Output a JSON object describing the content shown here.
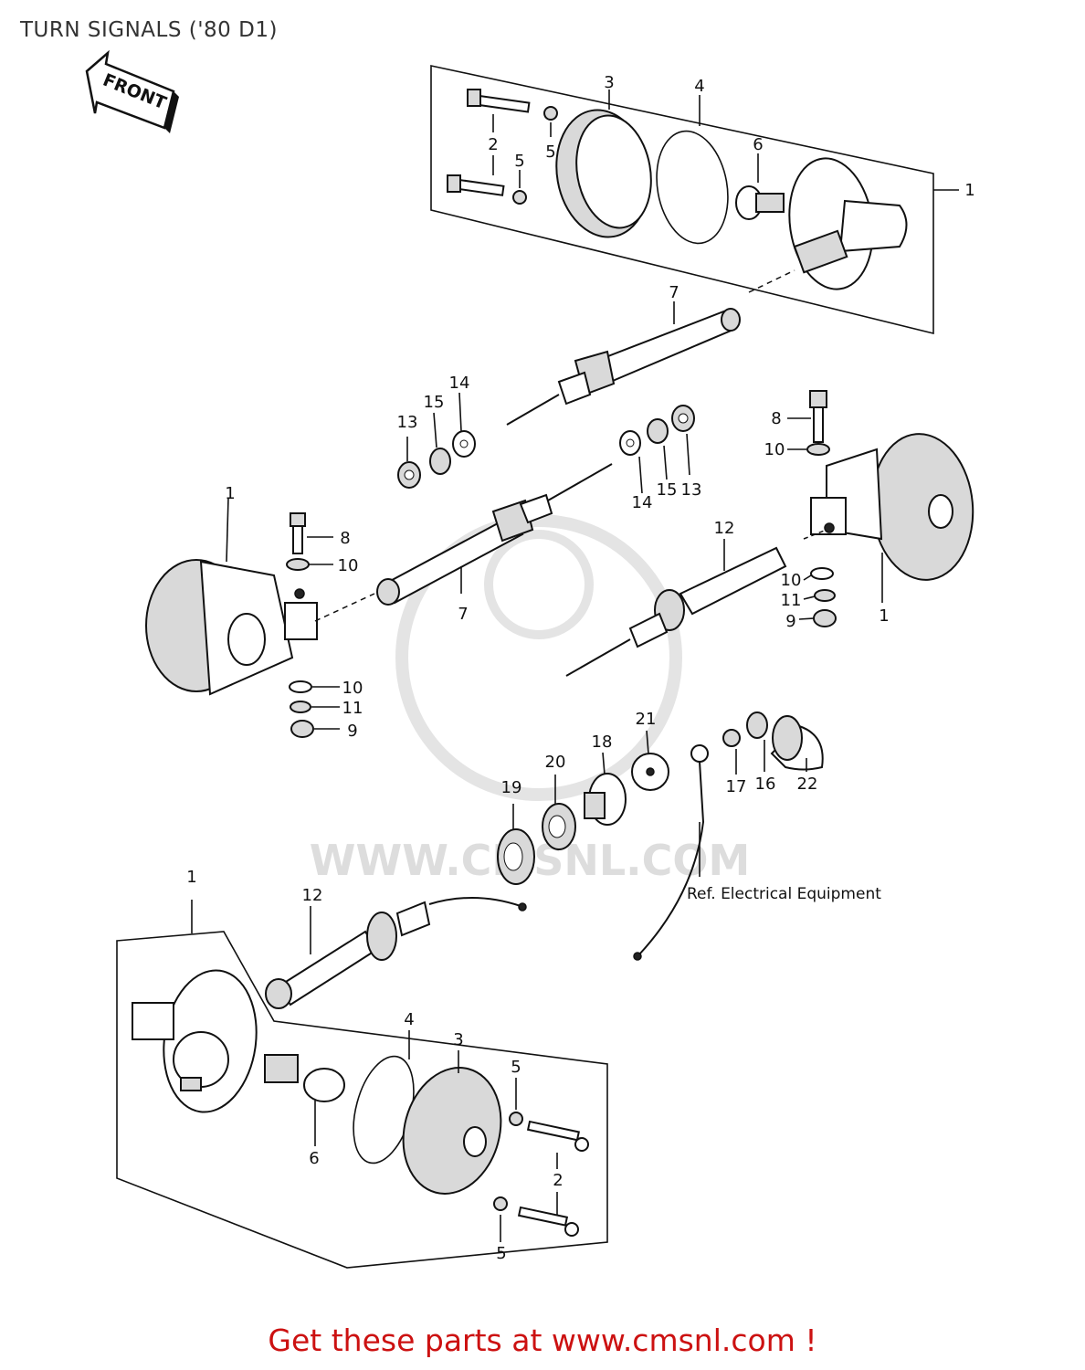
{
  "header": {
    "title": "TURN SIGNALS ('80 D1)"
  },
  "front_arrow": {
    "label": "FRONT"
  },
  "watermark": {
    "text": "WWW.CMSNL.COM"
  },
  "reference_note": "Ref. Electrical Equipment",
  "callouts": {
    "top_1": "1",
    "top_2": "2",
    "top_3": "3",
    "top_4": "4",
    "top_5a": "5",
    "top_5b": "5",
    "top_6": "6",
    "upper_7": "7",
    "lower_7": "7",
    "left_13": "13",
    "left_15": "15",
    "left_14": "14",
    "right_14": "14",
    "right_15": "15",
    "right_13": "13",
    "right_8": "8",
    "right_10a": "10",
    "right_10b": "10",
    "right_11": "11",
    "right_9": "9",
    "right_1": "1",
    "left_1": "1",
    "left_8": "8",
    "left_10a": "10",
    "left_10b": "10",
    "left_11": "11",
    "left_9": "9",
    "mid_12": "12",
    "c21": "21",
    "c18": "18",
    "c20": "20",
    "c19": "19",
    "c17": "17",
    "c16": "16",
    "c22": "22",
    "bot_1": "1",
    "bot_12": "12",
    "bot_4": "4",
    "bot_3": "3",
    "bot_5a": "5",
    "bot_5b": "5",
    "bot_2": "2",
    "bot_6": "6"
  },
  "footer": {
    "text": "Get these parts at www.cmsnl.com !"
  }
}
